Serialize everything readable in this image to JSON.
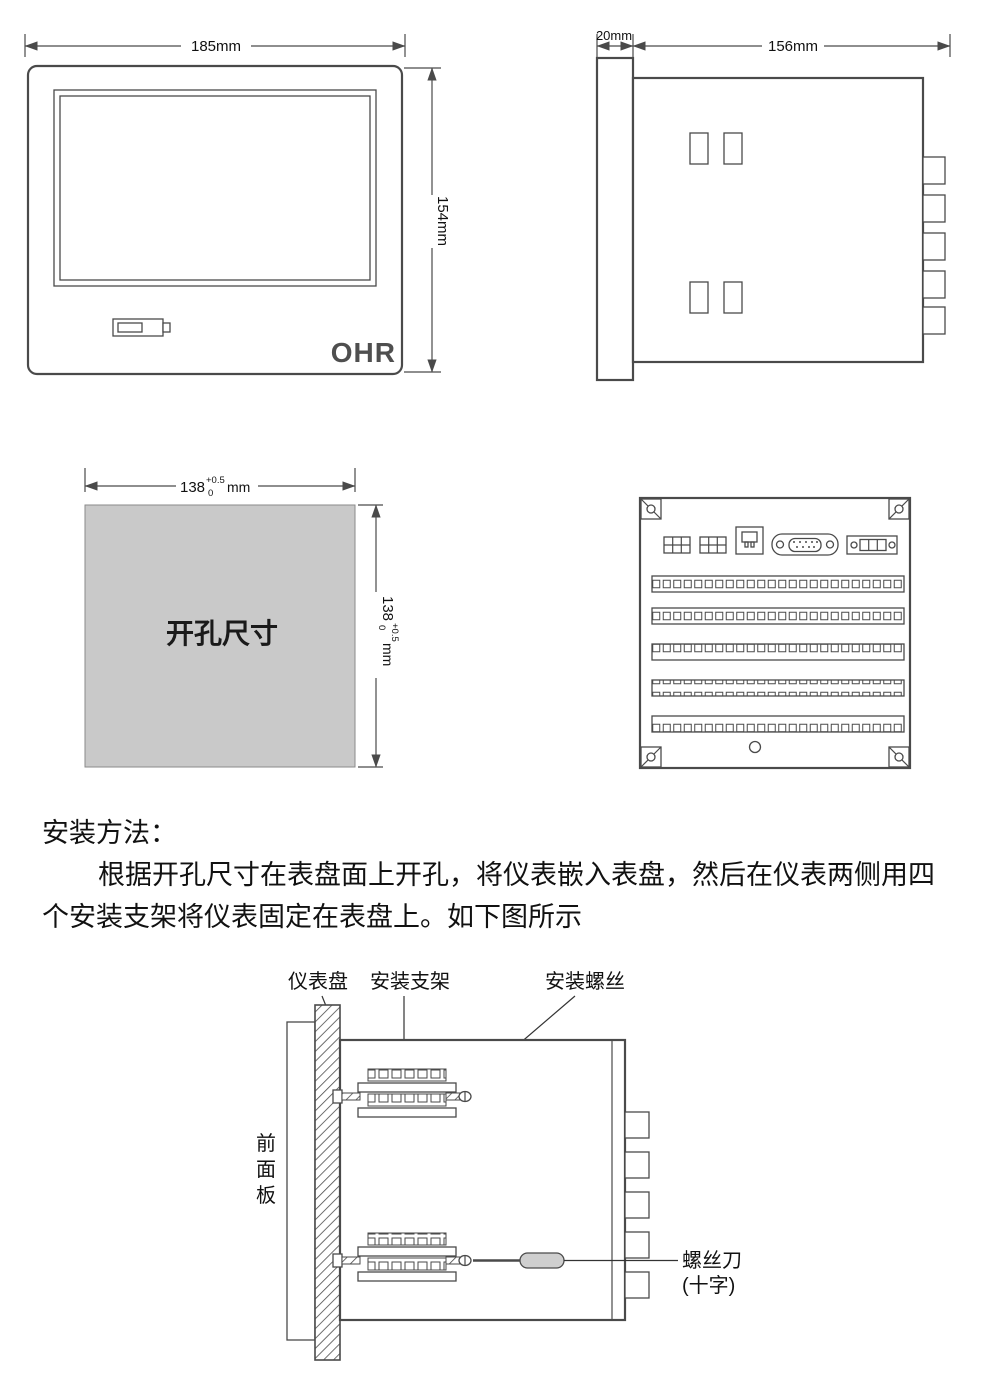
{
  "colors": {
    "line": "#4a4a4a",
    "cutout_fill": "#c9c9c9",
    "handle_fill": "#cfcfcf"
  },
  "front_view": {
    "width_label": "185mm",
    "height_label": "154mm",
    "brand": "OHR"
  },
  "side_view": {
    "depth_label": "20mm",
    "length_label": "156mm"
  },
  "cutout": {
    "title": "开孔尺寸",
    "dim_value": "138",
    "tol_plus": "+0.5",
    "tol_minus": "0",
    "unit": "mm"
  },
  "instructions": {
    "heading": "安装方法：",
    "line1": "根据开孔尺寸在表盘面上开孔，将仪表嵌入表盘，然后在仪表两侧用四",
    "line2": "个安装支架将仪表固定在表盘上。如下图所示"
  },
  "install_figure": {
    "panel_label": "仪表盘",
    "bracket_label": "安装支架",
    "screw_label": "安装螺丝",
    "front_panel_chars": [
      "前",
      "面",
      "板"
    ],
    "screwdriver_label": "螺丝刀",
    "screwdriver_type": "(十字)"
  }
}
